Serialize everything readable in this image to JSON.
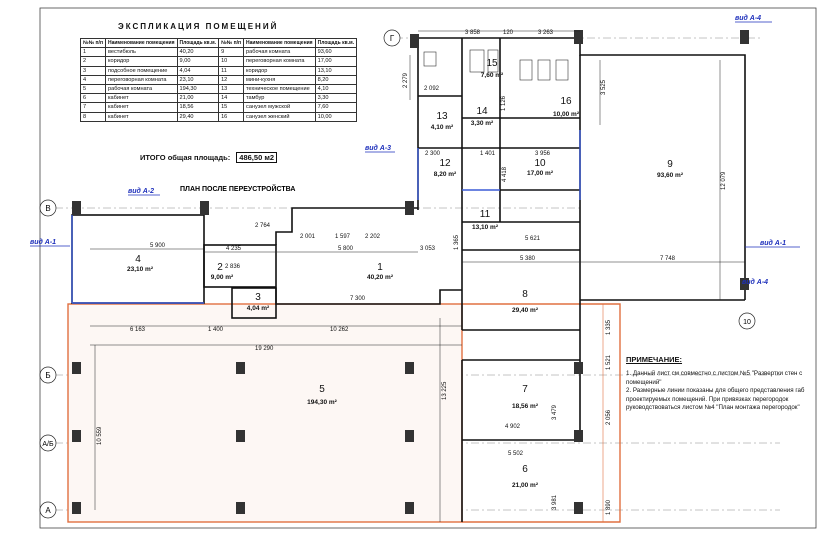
{
  "table_title": "ЭКСПЛИКАЦИЯ ПОМЕЩЕНИЙ",
  "table_headers": [
    "№№ п/п",
    "Наименование помещения",
    "Площадь кв.м.",
    "№№ п/п",
    "Наименование помещения",
    "Площадь кв.м."
  ],
  "table_rows": [
    [
      "1",
      "вестибюль",
      "40,20",
      "9",
      "рабочая комната",
      "93,60"
    ],
    [
      "2",
      "коридор",
      "9,00",
      "10",
      "переговорная комната",
      "17,00"
    ],
    [
      "3",
      "подсобное помещение",
      "4,04",
      "11",
      "коридор",
      "13,10"
    ],
    [
      "4",
      "переговорная комната",
      "23,10",
      "12",
      "мини-кухня",
      "8,20"
    ],
    [
      "5",
      "рабочая комната",
      "194,30",
      "13",
      "техническое помещение",
      "4,10"
    ],
    [
      "6",
      "кабинет",
      "21,00",
      "14",
      "тамбур",
      "3,30"
    ],
    [
      "7",
      "кабинет",
      "18,56",
      "15",
      "санузел мужской",
      "7,60"
    ],
    [
      "8",
      "кабинет",
      "29,40",
      "16",
      "санузел женский",
      "10,00"
    ]
  ],
  "total_label": "ИТОГО общая площадь:",
  "total_value": "486,50 м2",
  "plan_title": "ПЛАН ПОСЛЕ ПЕРЕУСТРОЙСТВА",
  "note_title": "ПРИМЕЧАНИЕ:",
  "note_lines": [
    "1. Данный лист см совместно с листом  №5  \"Развертки стен с",
    "помещений\"",
    "2. Размерные линии показаны для  общего представления габ",
    "проектируемых помещений. При привязках перегородок",
    "руководствоваться листом №4 \"План  монтажа перегородок\""
  ],
  "rooms": [
    {
      "num": "1",
      "area": "40,20 m²"
    },
    {
      "num": "2",
      "area": "9,00 m²"
    },
    {
      "num": "3",
      "area": "4,04 m²"
    },
    {
      "num": "4",
      "area": "23,10 m²"
    },
    {
      "num": "5",
      "area": "194,30 m²"
    },
    {
      "num": "6",
      "area": "21,00 m²"
    },
    {
      "num": "7",
      "area": "18,56 m²"
    },
    {
      "num": "8",
      "area": "29,40 m²"
    },
    {
      "num": "9",
      "area": "93,60 m²"
    },
    {
      "num": "10",
      "area": "17,00 m²"
    },
    {
      "num": "11",
      "area": "13,10 m²"
    },
    {
      "num": "12",
      "area": "8,20 m²"
    },
    {
      "num": "13",
      "area": "4,10 m²"
    },
    {
      "num": "14",
      "area": "3,30 m²"
    },
    {
      "num": "15",
      "area": "7,60 m²"
    },
    {
      "num": "16",
      "area": "10,00 m²"
    }
  ],
  "axes": [
    "Г",
    "В",
    "Б",
    "А/Б",
    "А",
    "10"
  ],
  "views": [
    "вид А-1",
    "вид А-1",
    "вид А-2",
    "вид А-3",
    "вид А-4",
    "вид А-4"
  ],
  "dims": [
    "3 858",
    "3 263",
    "120",
    "2 279",
    "2 092",
    "3 525",
    "1 126",
    "12 079",
    "2 300",
    "1 401",
    "3 956",
    "4 418",
    "2 764",
    "2 001",
    "1 597",
    "2 202",
    "1 365",
    "5 621",
    "5 900",
    "4 235",
    "5 800",
    "3 053",
    "2 836",
    "7 748",
    "5 380",
    "7 300",
    "6 163",
    "1 400",
    "10 262",
    "19 290",
    "13 225",
    "10 559",
    "3 479",
    "4 902",
    "5 502",
    "3 981",
    "1 335",
    "1 521",
    "2 056",
    "1 890"
  ],
  "colors": {
    "line": "#111111",
    "blue": "#3b5bd6",
    "orange": "#e07040",
    "column": "#333333"
  }
}
